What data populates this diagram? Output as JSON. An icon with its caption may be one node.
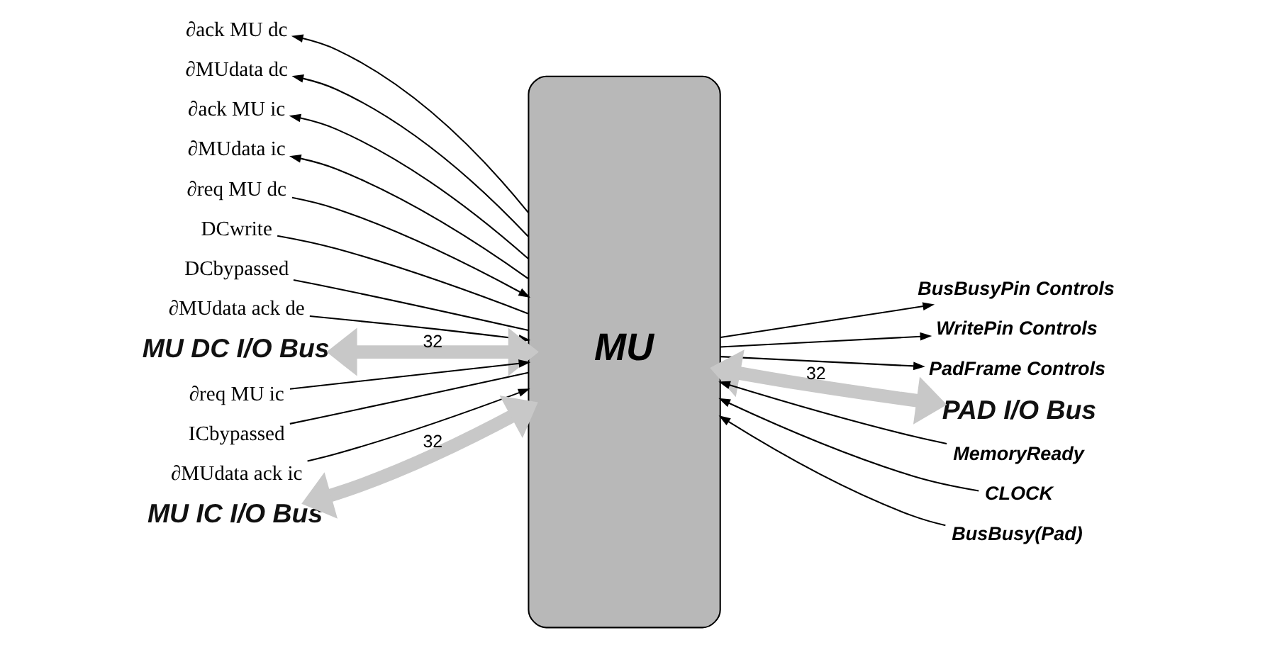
{
  "diagram": {
    "nodes": [
      {
        "text": [
          "MU"
        ]
      },
      {
        "text": [
          "∂req MU dc"
        ]
      },
      {
        "text": [
          "∂ack MU dc"
        ]
      },
      {
        "text": [
          "DCwrite"
        ]
      },
      {
        "text": [
          "DCbypassed"
        ]
      },
      {
        "text": [
          "∂MUdata dc"
        ]
      },
      {
        "text": [
          "∂MUdata ack de"
        ]
      },
      {
        "text": [
          "MU DC I/O Bus"
        ]
      },
      {
        "text": [
          "∂req MU ic"
        ]
      },
      {
        "text": [
          "∂ack MU ic"
        ]
      },
      {
        "text": [
          "ICbypassed"
        ]
      },
      {
        "text": [
          "∂MUdata ic"
        ]
      },
      {
        "text": [
          "∂MUdata ack ic"
        ]
      },
      {
        "text": [
          "MU IC I/O Bus"
        ]
      },
      {
        "text": [
          "BusBusyPin Controls"
        ]
      },
      {
        "text": [
          "WritePin Controls"
        ]
      },
      {
        "text": [
          "PadFrame Controls"
        ]
      },
      {
        "text": [
          "PAD I/O Bus"
        ]
      },
      {
        "text": [
          "MemoryReady"
        ]
      },
      {
        "text": [
          "CLOCK"
        ]
      },
      {
        "text": [
          "BusBusy(Pad)"
        ]
      }
    ],
    "edges": [
      {
        "from": 1,
        "to": 0,
        "arrow": "to"
      },
      {
        "from": 0,
        "to": 2,
        "arrow": "to"
      },
      {
        "from": 3,
        "to": 0,
        "arrow": "none"
      },
      {
        "from": 4,
        "to": 0,
        "arrow": "none"
      },
      {
        "from": 0,
        "to": 5,
        "arrow": "to"
      },
      {
        "from": 6,
        "to": 0,
        "arrow": "to"
      },
      {
        "from": 7,
        "to": 0,
        "arrow": "both",
        "label": "32",
        "style": "thick",
        "color": "#c8c8c8"
      },
      {
        "from": 8,
        "to": 0,
        "arrow": "to"
      },
      {
        "from": 0,
        "to": 9,
        "arrow": "to"
      },
      {
        "from": 10,
        "to": 0,
        "arrow": "none"
      },
      {
        "from": 0,
        "to": 11,
        "arrow": "to"
      },
      {
        "from": 12,
        "to": 0,
        "arrow": "to"
      },
      {
        "from": 13,
        "to": 0,
        "arrow": "both",
        "label": "32",
        "style": "thick",
        "color": "#c8c8c8"
      },
      {
        "from": 0,
        "to": 14,
        "arrow": "to"
      },
      {
        "from": 0,
        "to": 15,
        "arrow": "to"
      },
      {
        "from": 0,
        "to": 16,
        "arrow": "to"
      },
      {
        "from": 0,
        "to": 17,
        "arrow": "both",
        "label": "32",
        "style": "thick",
        "color": "#c8c8c8"
      },
      {
        "from": 18,
        "to": 0,
        "arrow": "to"
      },
      {
        "from": 19,
        "to": 0,
        "arrow": "to"
      },
      {
        "from": 20,
        "to": 0,
        "arrow": "to"
      }
    ]
  }
}
